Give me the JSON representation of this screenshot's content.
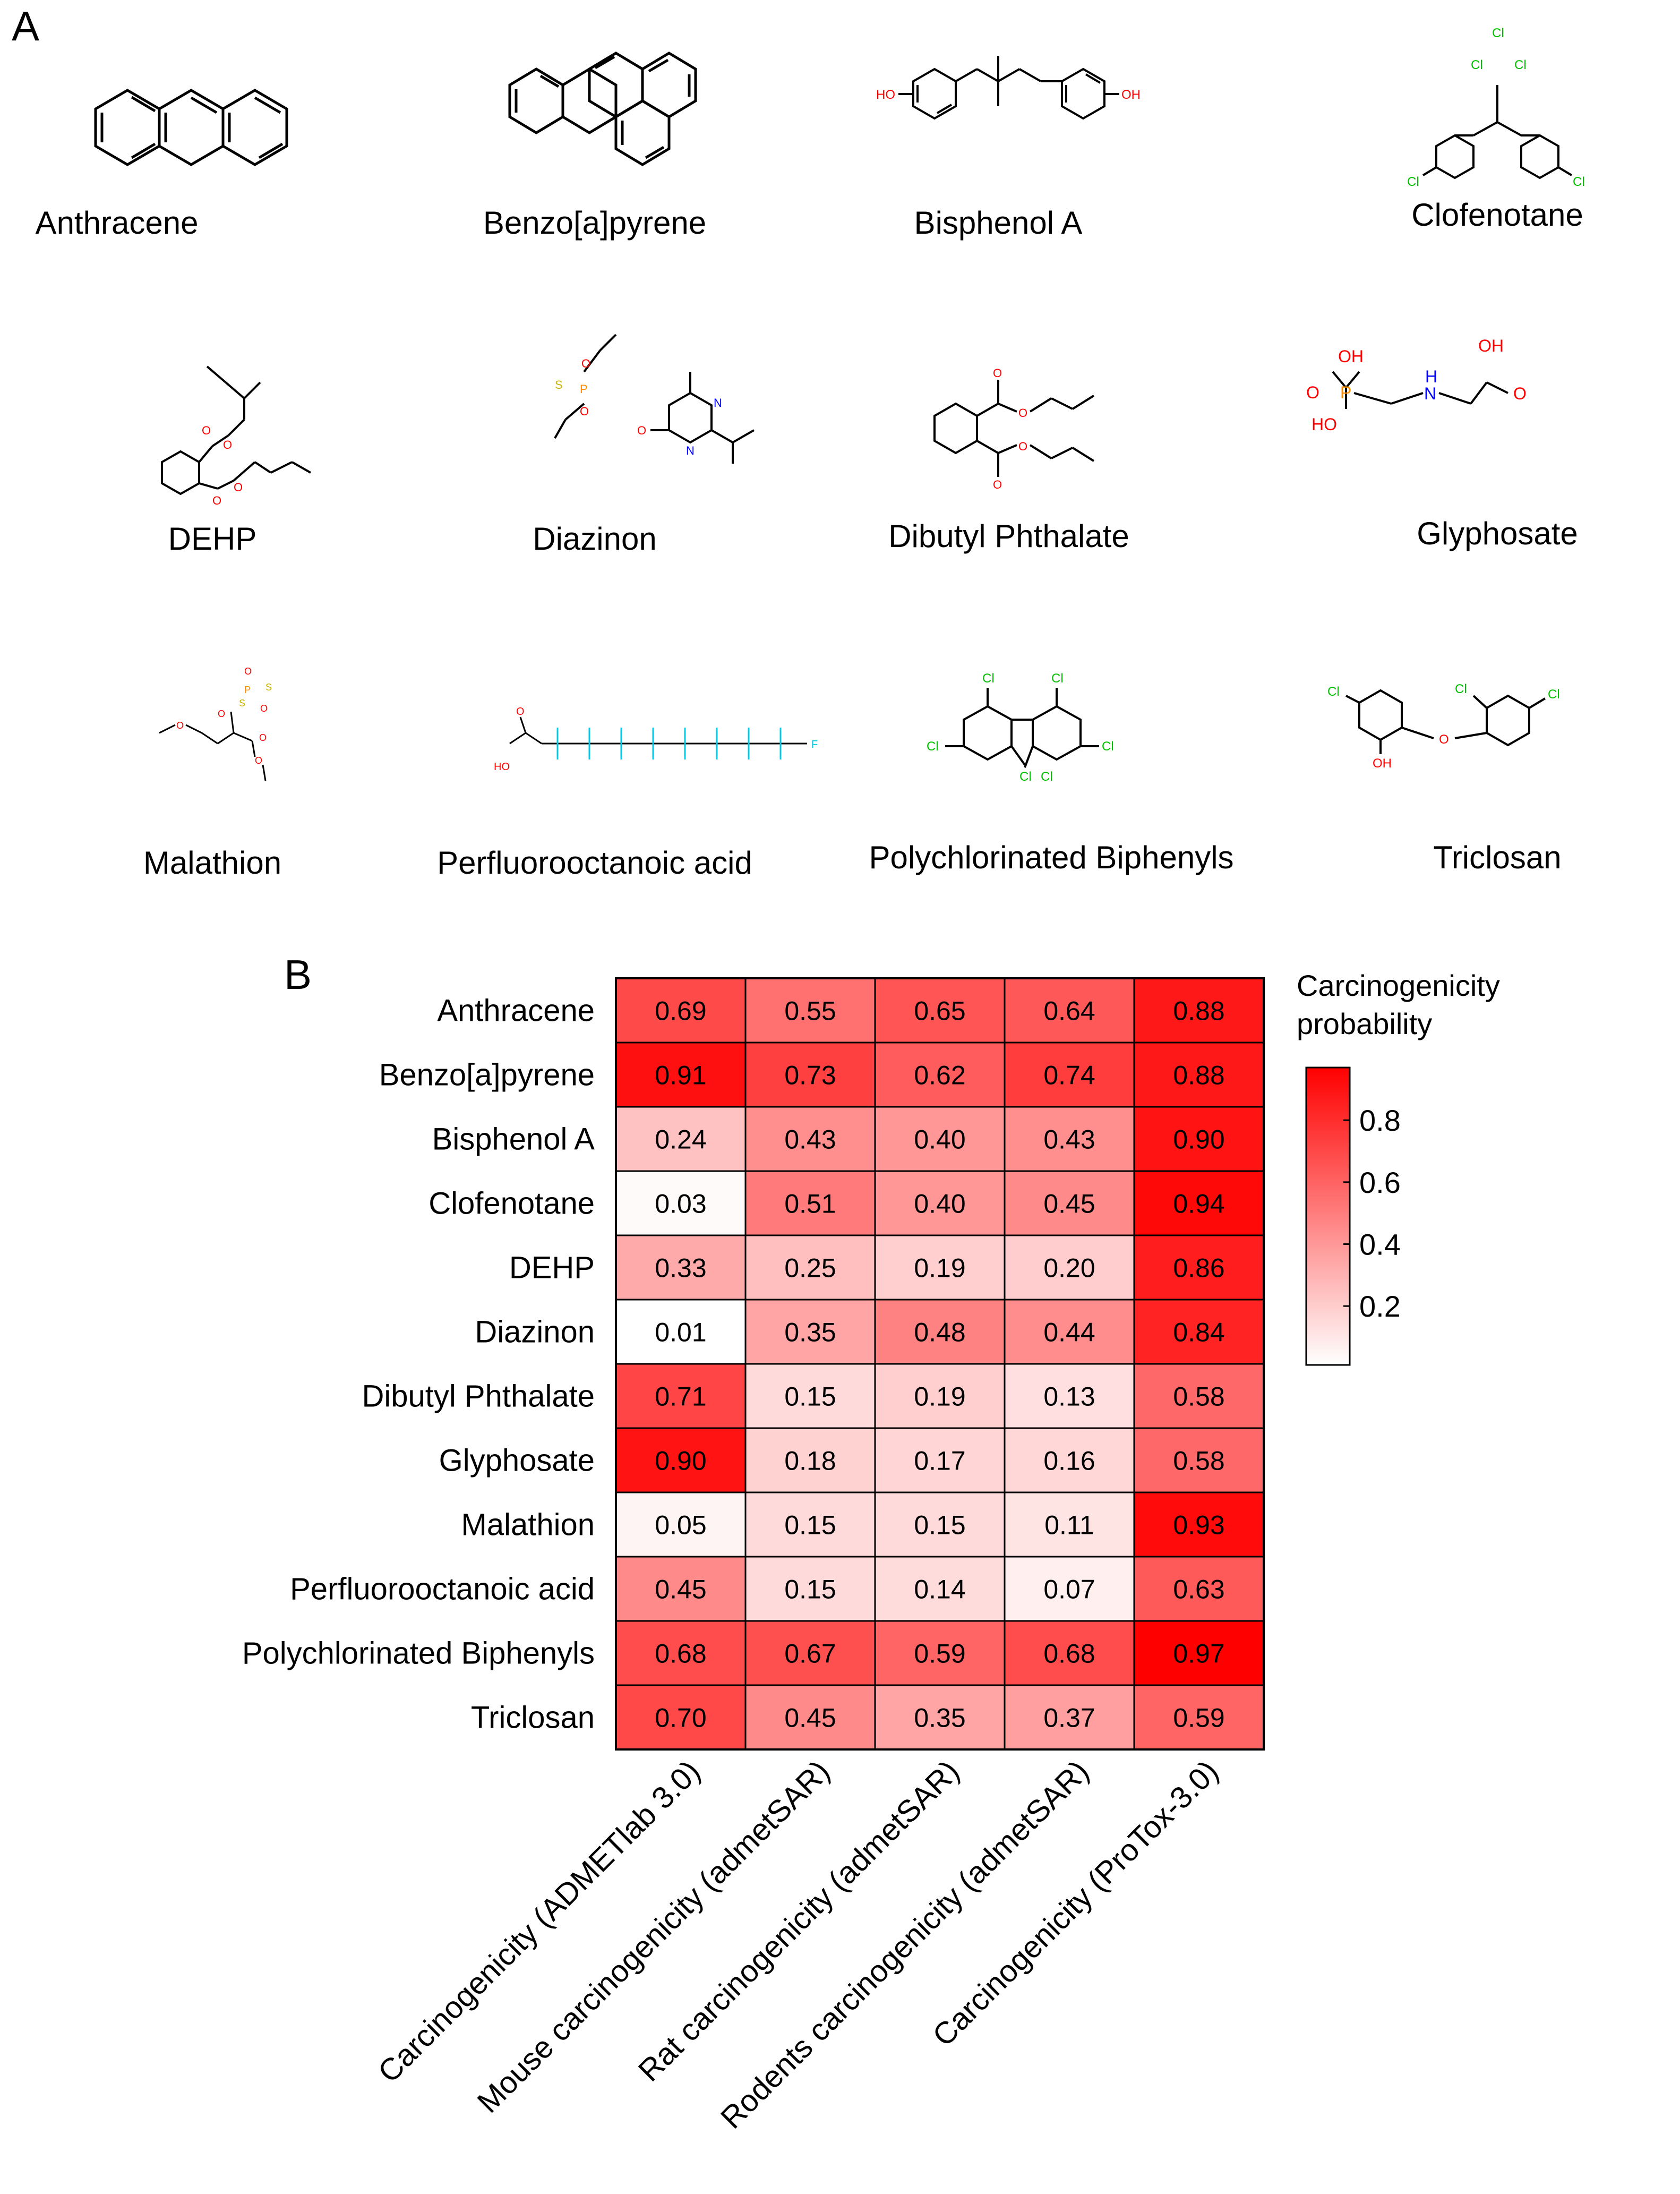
{
  "panel_a": {
    "label": "A",
    "molecules": [
      {
        "name": "Anthracene",
        "icon": "anthracene-structure"
      },
      {
        "name": "Benzo[a]pyrene",
        "icon": "benzo-a-pyrene-structure"
      },
      {
        "name": "Bisphenol A",
        "icon": "bisphenol-a-structure",
        "atoms": [
          "HO",
          "OH"
        ]
      },
      {
        "name": "Clofenotane",
        "icon": "clofenotane-structure",
        "atoms": [
          "Cl",
          "Cl",
          "Cl",
          "Cl",
          "Cl"
        ]
      },
      {
        "name": "DEHP",
        "icon": "dehp-structure",
        "atoms": [
          "O",
          "O",
          "O",
          "O"
        ]
      },
      {
        "name": "Diazinon",
        "icon": "diazinon-structure",
        "atoms": [
          "S",
          "O",
          "P",
          "O",
          "O",
          "N",
          "N"
        ]
      },
      {
        "name": "Dibutyl Phthalate",
        "icon": "dibutyl-phthalate-structure",
        "atoms": [
          "O",
          "O",
          "O",
          "O"
        ]
      },
      {
        "name": "Glyphosate",
        "icon": "glyphosate-structure",
        "atoms": [
          "OH",
          "O",
          "P",
          "HO",
          "H",
          "N",
          "OH",
          "O"
        ]
      },
      {
        "name": "Malathion",
        "icon": "malathion-structure",
        "atoms": [
          "O",
          "S",
          "P",
          "S",
          "O",
          "O",
          "O",
          "O",
          "O"
        ]
      },
      {
        "name": "Perfluorooctanoic acid",
        "icon": "pfoa-structure",
        "atoms": [
          "O",
          "HO",
          "F"
        ]
      },
      {
        "name": "Polychlorinated Biphenyls",
        "icon": "pcb-structure",
        "atoms": [
          "Cl",
          "Cl",
          "Cl",
          "Cl",
          "Cl",
          "Cl"
        ]
      },
      {
        "name": "Triclosan",
        "icon": "triclosan-structure",
        "atoms": [
          "Cl",
          "Cl",
          "Cl",
          "O",
          "OH"
        ]
      }
    ]
  },
  "panel_b": {
    "label": "B"
  },
  "colors": {
    "low": "#ffffff",
    "high": "#ff0000",
    "cell_border": "#000000",
    "text": "#000000"
  },
  "chart_data": {
    "type": "heatmap",
    "rows": [
      "Anthracene",
      "Benzo[a]pyrene",
      "Bisphenol A",
      "Clofenotane",
      "DEHP",
      "Diazinon",
      "Dibutyl Phthalate",
      "Glyphosate",
      "Malathion",
      "Perfluorooctanoic acid",
      "Polychlorinated Biphenyls",
      "Triclosan"
    ],
    "columns": [
      "Carcinogenicity (ADMETlab 3.0)",
      "Mouse carcinogenicity (admetSAR)",
      "Rat carcinogenicity (admetSAR)",
      "Rodents carcinogenicity (admetSAR)",
      "Carcinogenicity (ProTox-3.0)"
    ],
    "values": [
      [
        0.69,
        0.55,
        0.65,
        0.64,
        0.88
      ],
      [
        0.91,
        0.73,
        0.62,
        0.74,
        0.88
      ],
      [
        0.24,
        0.43,
        0.4,
        0.43,
        0.9
      ],
      [
        0.03,
        0.51,
        0.4,
        0.45,
        0.94
      ],
      [
        0.33,
        0.25,
        0.19,
        0.2,
        0.86
      ],
      [
        0.01,
        0.35,
        0.48,
        0.44,
        0.84
      ],
      [
        0.71,
        0.15,
        0.19,
        0.13,
        0.58
      ],
      [
        0.9,
        0.18,
        0.17,
        0.16,
        0.58
      ],
      [
        0.05,
        0.15,
        0.15,
        0.11,
        0.93
      ],
      [
        0.45,
        0.15,
        0.14,
        0.07,
        0.63
      ],
      [
        0.68,
        0.67,
        0.59,
        0.68,
        0.97
      ],
      [
        0.7,
        0.45,
        0.35,
        0.37,
        0.59
      ]
    ],
    "value_labels": [
      [
        "0.69",
        "0.55",
        "0.65",
        "0.64",
        "0.88"
      ],
      [
        "0.91",
        "0.73",
        "0.62",
        "0.74",
        "0.88"
      ],
      [
        "0.24",
        "0.43",
        "0.40",
        "0.43",
        "0.90"
      ],
      [
        "0.03",
        "0.51",
        "0.40",
        "0.45",
        "0.94"
      ],
      [
        "0.33",
        "0.25",
        "0.19",
        "0.20",
        "0.86"
      ],
      [
        "0.01",
        "0.35",
        "0.48",
        "0.44",
        "0.84"
      ],
      [
        "0.71",
        "0.15",
        "0.19",
        "0.13",
        "0.58"
      ],
      [
        "0.90",
        "0.18",
        "0.17",
        "0.16",
        "0.58"
      ],
      [
        "0.05",
        "0.15",
        "0.15",
        "0.11",
        "0.93"
      ],
      [
        "0.45",
        "0.15",
        "0.14",
        "0.07",
        "0.63"
      ],
      [
        "0.68",
        "0.67",
        "0.59",
        "0.68",
        "0.97"
      ],
      [
        "0.70",
        "0.45",
        "0.35",
        "0.37",
        "0.59"
      ]
    ],
    "colorbar": {
      "title": [
        "Carcinogenicity",
        "probability"
      ],
      "ticks": [
        0.2,
        0.4,
        0.6,
        0.8
      ],
      "tick_labels": [
        "0.2",
        "0.4",
        "0.6",
        "0.8"
      ],
      "range": [
        0.01,
        0.97
      ]
    }
  }
}
